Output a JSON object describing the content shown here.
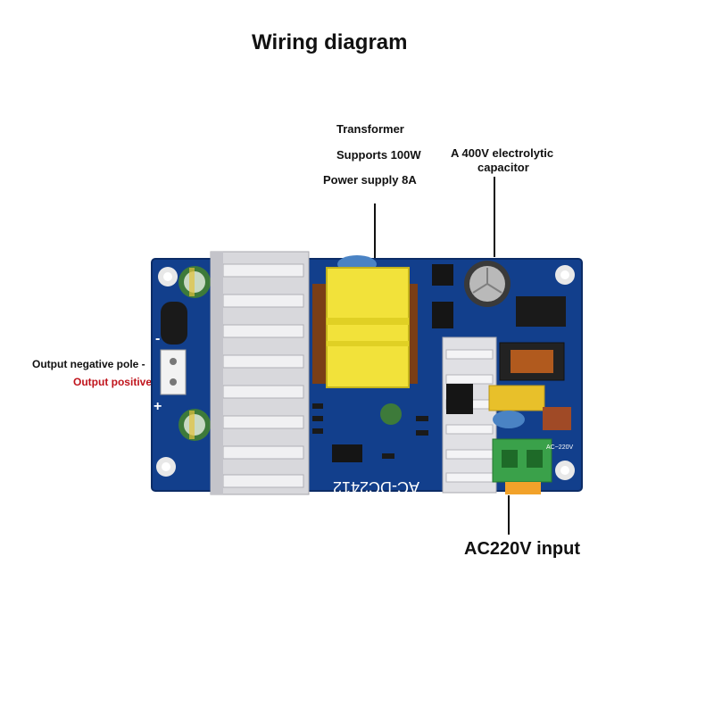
{
  "title": "Wiring diagram",
  "labels": {
    "transformer": "Transformer",
    "supports": "Supports 100W",
    "power_supply": "Power supply 8A",
    "capacitor_line1": "A 400V electrolytic",
    "capacitor_line2": "capacitor",
    "output_negative": "Output negative pole -",
    "output_positive": "Output positive pole one",
    "ac_input": "AC220V input"
  },
  "board": {
    "model": "AC-DC2412",
    "ac_terminal_mark": "AC~220V",
    "minus_mark": "-",
    "plus_mark": "+"
  },
  "colors": {
    "pcb": "#123f8c",
    "transformer": "#f2e23a",
    "terminal": "#3aa14a",
    "heatsink": "#d8d8dc",
    "positive_label": "#c0141c"
  }
}
